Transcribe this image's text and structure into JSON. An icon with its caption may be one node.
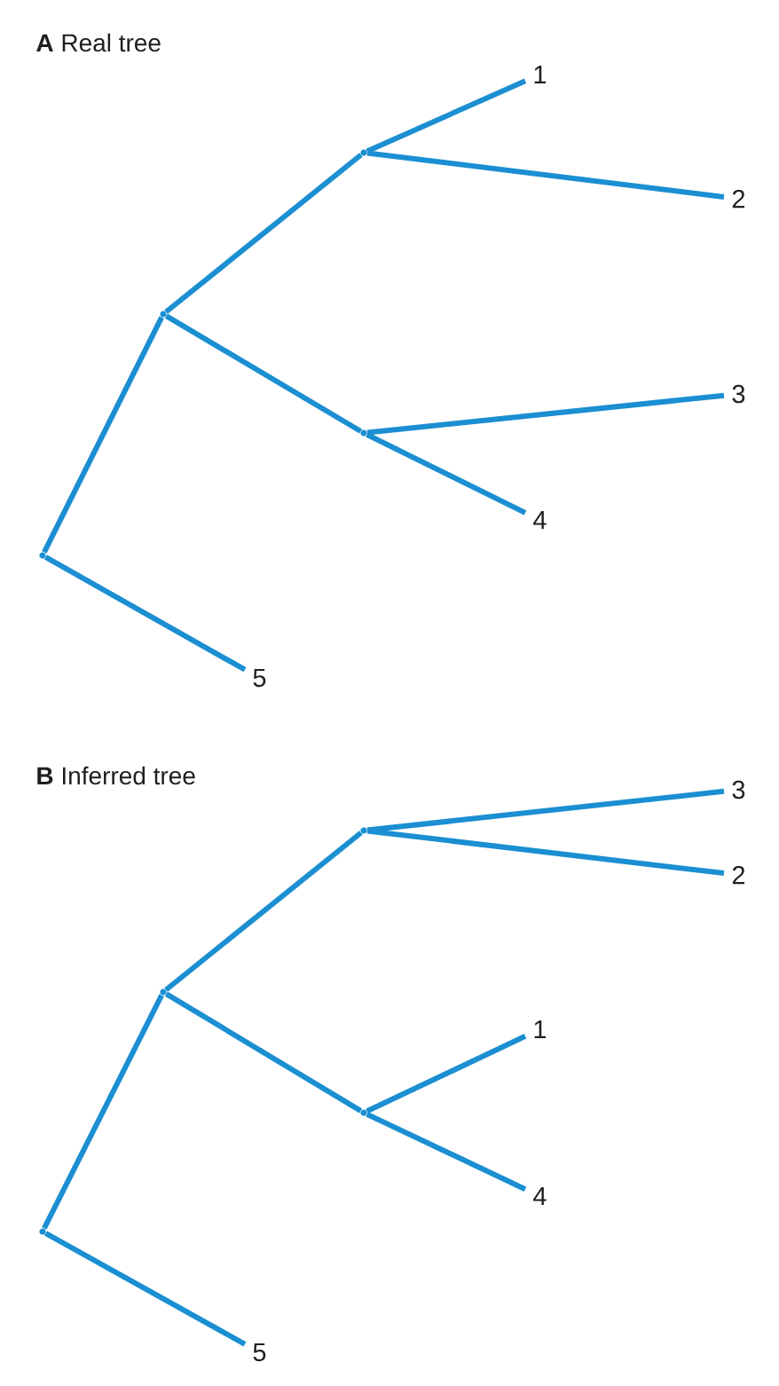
{
  "diagram": {
    "nodes": [
      {
        "text": [
          "1"
        ]
      },
      {
        "text": [
          "2"
        ]
      },
      {
        "text": [
          "3"
        ]
      },
      {
        "text": [
          "4"
        ]
      },
      {
        "text": [
          "5"
        ]
      },
      {
        "text": [],
        "shape": "point"
      },
      {
        "text": [],
        "shape": "point"
      },
      {
        "text": [],
        "shape": "point"
      },
      {
        "text": [],
        "shape": "point"
      },
      {
        "text": [
          "3"
        ]
      },
      {
        "text": [
          "2"
        ]
      },
      {
        "text": [
          "1"
        ]
      },
      {
        "text": [
          "4"
        ]
      },
      {
        "text": [
          "5"
        ]
      },
      {
        "text": [],
        "shape": "point"
      },
      {
        "text": [],
        "shape": "point"
      },
      {
        "text": [],
        "shape": "point"
      },
      {
        "text": [],
        "shape": "point"
      }
    ],
    "edges": [
      {
        "from": 8,
        "to": 6,
        "arrow": "none"
      },
      {
        "from": 8,
        "to": 4,
        "arrow": "none"
      },
      {
        "from": 6,
        "to": 5,
        "arrow": "none"
      },
      {
        "from": 6,
        "to": 7,
        "arrow": "none"
      },
      {
        "from": 5,
        "to": 0,
        "arrow": "none"
      },
      {
        "from": 5,
        "to": 1,
        "arrow": "none"
      },
      {
        "from": 7,
        "to": 2,
        "arrow": "none"
      },
      {
        "from": 7,
        "to": 3,
        "arrow": "none"
      },
      {
        "from": 17,
        "to": 15,
        "arrow": "none"
      },
      {
        "from": 17,
        "to": 13,
        "arrow": "none"
      },
      {
        "from": 15,
        "to": 14,
        "arrow": "none"
      },
      {
        "from": 15,
        "to": 16,
        "arrow": "none"
      },
      {
        "from": 14,
        "to": 9,
        "arrow": "none"
      },
      {
        "from": 14,
        "to": 10,
        "arrow": "none"
      },
      {
        "from": 16,
        "to": 11,
        "arrow": "none"
      },
      {
        "from": 16,
        "to": 12,
        "arrow": "none"
      }
    ],
    "labels": [
      "**A** Real tree",
      "**B** Inferred tree"
    ]
  }
}
